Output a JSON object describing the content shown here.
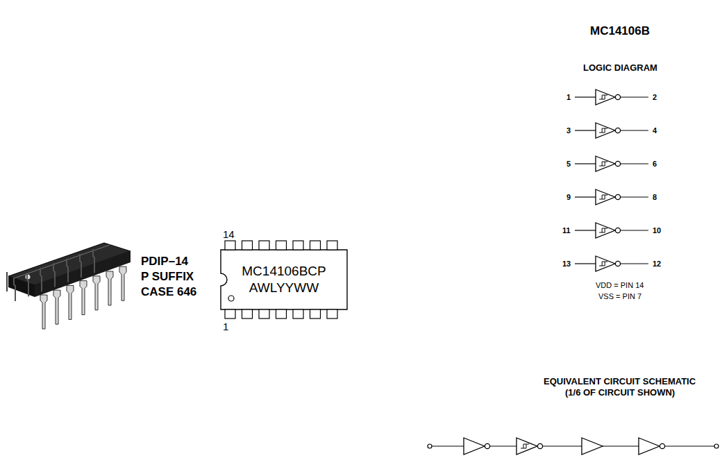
{
  "diagram": {
    "title": "MC14106B",
    "nodes": [
      {
        "text": [
          "MC14106BCP",
          "AWLYYWW"
        ]
      }
    ],
    "labels": [
      "LOGIC DIAGRAM",
      "1",
      "2",
      "3",
      "4",
      "5",
      "6",
      "9",
      "8",
      "11",
      "10",
      "13",
      "12",
      "VDD = PIN 14",
      "VSS = PIN 7",
      "PDIP–14",
      "P SUFFIX",
      "CASE 646",
      "14",
      "1",
      "EQUIVALENT CIRCUIT SCHEMATIC",
      "(1/6 OF CIRCUIT SHOWN)"
    ]
  }
}
